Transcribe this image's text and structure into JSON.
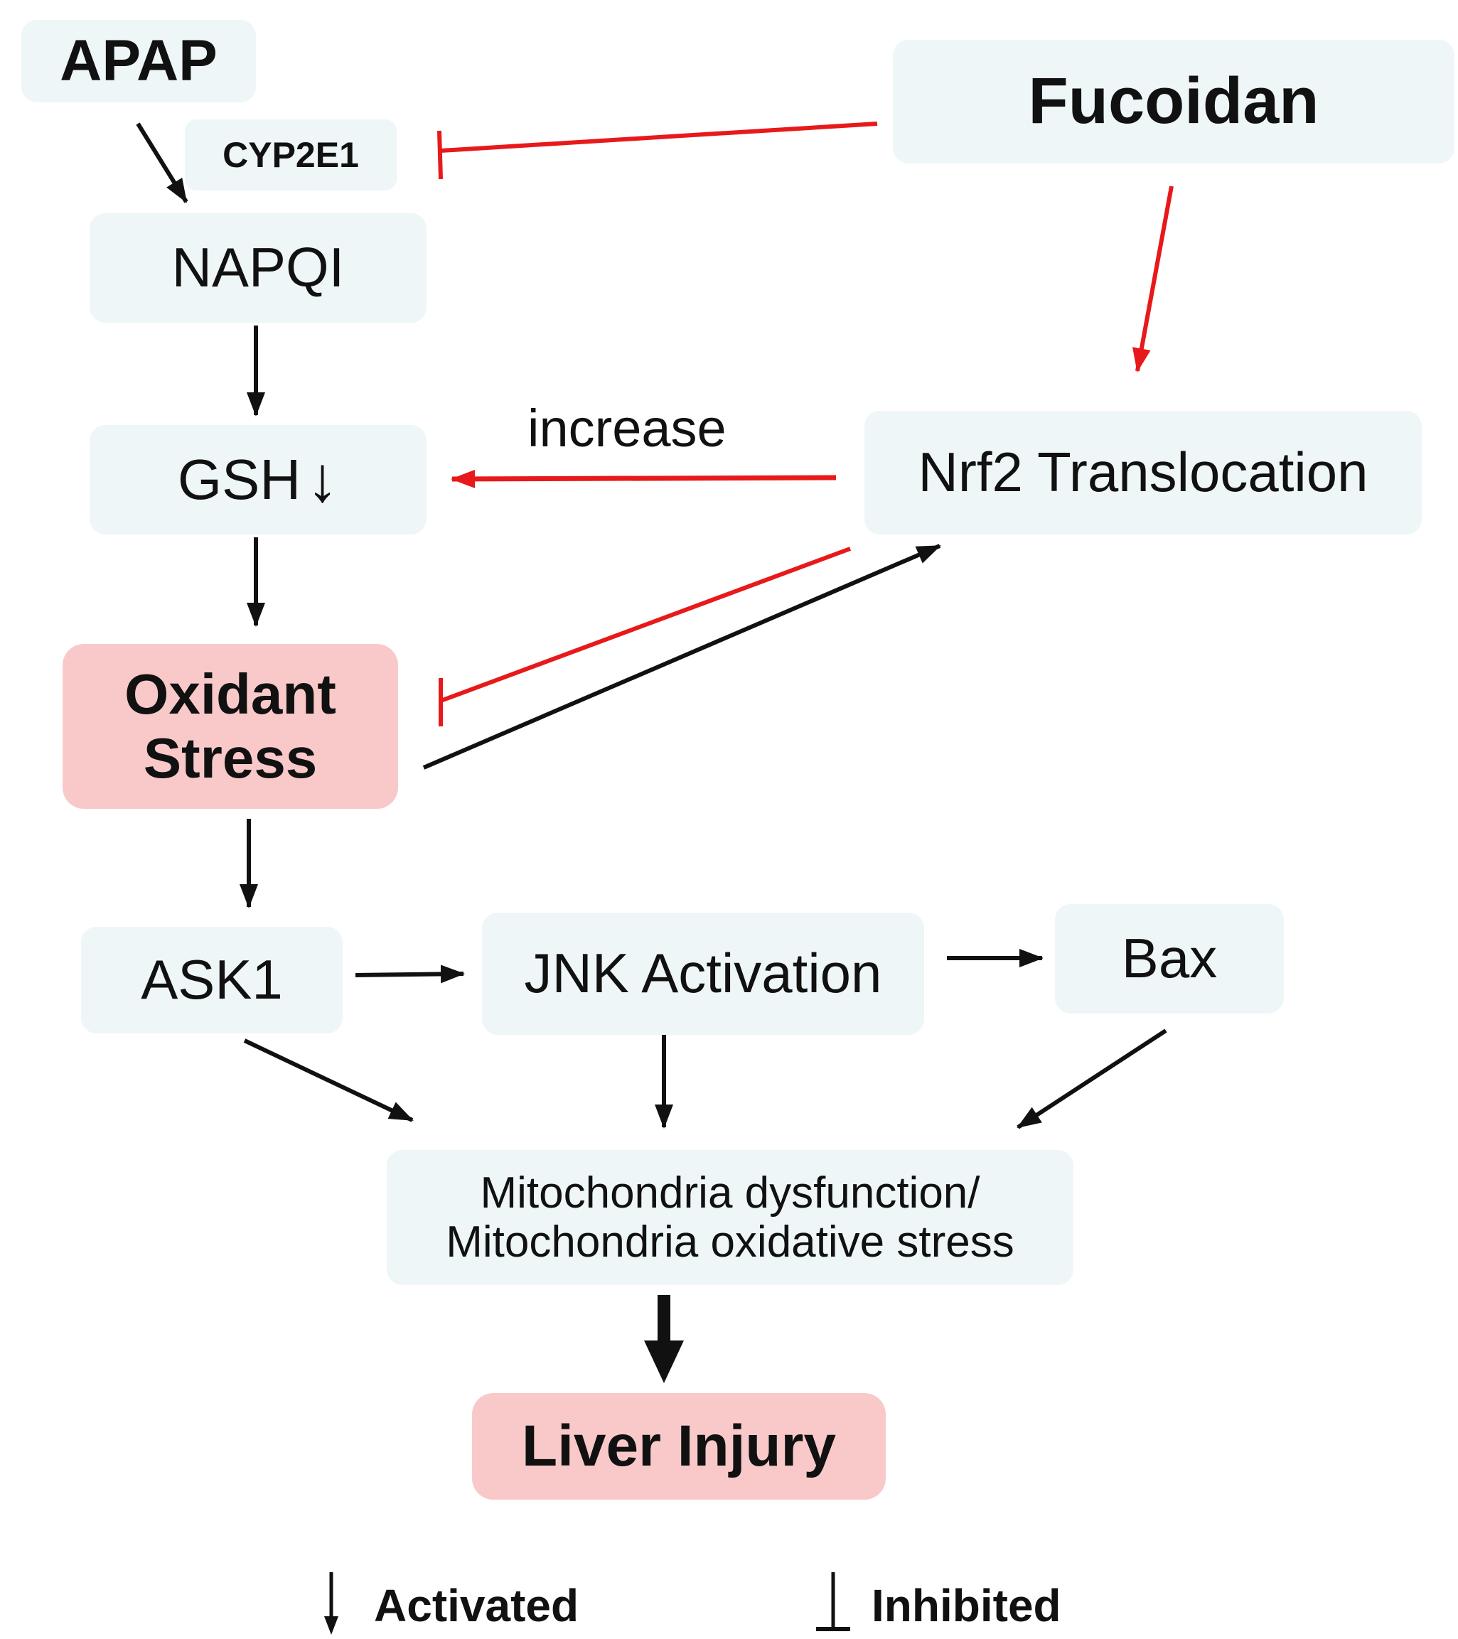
{
  "nodes": {
    "apap": "APAP",
    "cyp2e1": "CYP2E1",
    "fucoidan": "Fucoidan",
    "napqi": "NAPQI",
    "gsh": "GSH",
    "gsh_arrow": "↓",
    "nrf2": "Nrf2 Translocation",
    "oxidant_line1": "Oxidant",
    "oxidant_line2": "Stress",
    "ask1": "ASK1",
    "jnk": "JNK Activation",
    "bax": "Bax",
    "mito_line1": "Mitochondria dysfunction/",
    "mito_line2": "Mitochondria oxidative stress",
    "liver": "Liver Injury"
  },
  "edge_labels": {
    "increase": "increase"
  },
  "legend": {
    "activated": "Activated",
    "inhibited": "Inhibited"
  },
  "colors": {
    "activation": "#111111",
    "inhibition_red": "#e8191b",
    "node_bg": "#eef6f8",
    "highlight_bg": "#f9c9c9"
  }
}
